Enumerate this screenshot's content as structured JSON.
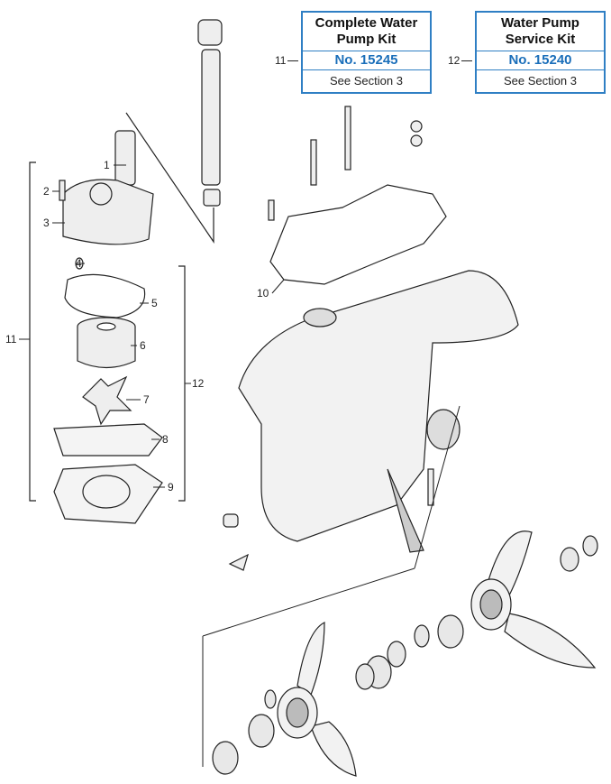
{
  "kits": [
    {
      "ref": "11",
      "title": "Complete Water Pump Kit",
      "number": "No. 15245",
      "section": "See Section 3"
    },
    {
      "ref": "12",
      "title": "Water Pump Service  Kit",
      "number": "No. 15240",
      "section": "See Section 3"
    }
  ],
  "callouts": {
    "c1": "1",
    "c2": "2",
    "c3": "3",
    "c4": "4",
    "c5": "5",
    "c6": "6",
    "c7": "7",
    "c8": "8",
    "c9": "9",
    "c10": "10",
    "c11": "11",
    "c12": "12"
  },
  "colors": {
    "accent": "#2f7fc4",
    "number": "#1b6fba"
  }
}
